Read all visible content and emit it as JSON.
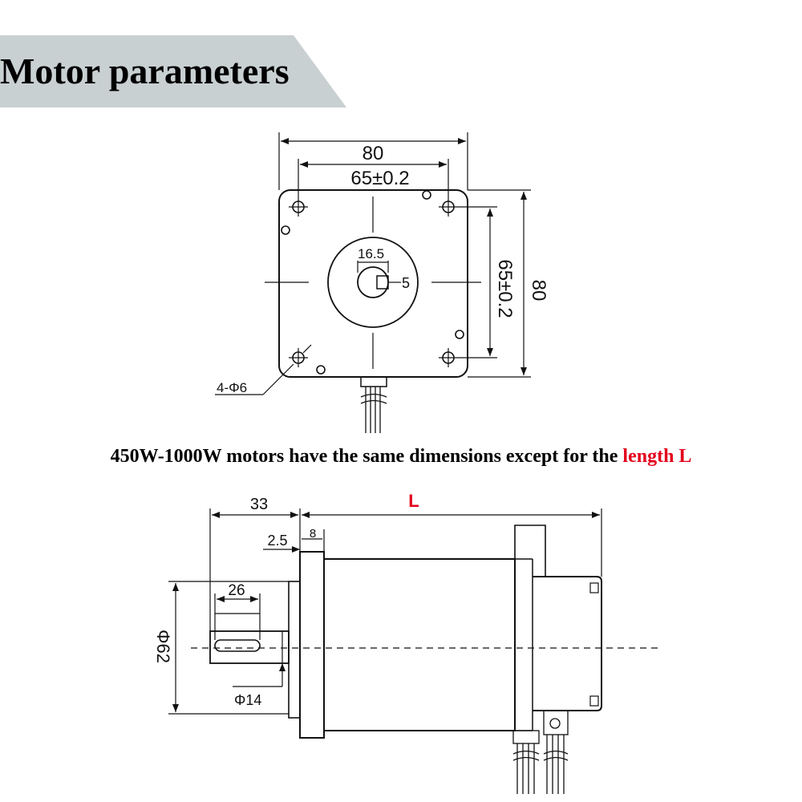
{
  "header": {
    "title": "Motor parameters",
    "band_color": "#c9d0d2"
  },
  "caption": {
    "main": "450W-1000W motors have the same dimensions except for the ",
    "highlight": "length L",
    "highlight_color": "#e3001b"
  },
  "front_view": {
    "width_outer": "80",
    "width_holes": "65±0.2",
    "height_holes": "65±0.2",
    "height_outer": "80",
    "shaft_diameter": "16.5",
    "key_width": "5",
    "mount_holes": "4-Φ6"
  },
  "side_view": {
    "shaft_length": "33",
    "body_length": "L",
    "flange_thickness": "8",
    "boss_thickness": "2.5",
    "key_length": "26",
    "pilot_diameter": "Φ62",
    "shaft_dia": "Φ14"
  }
}
